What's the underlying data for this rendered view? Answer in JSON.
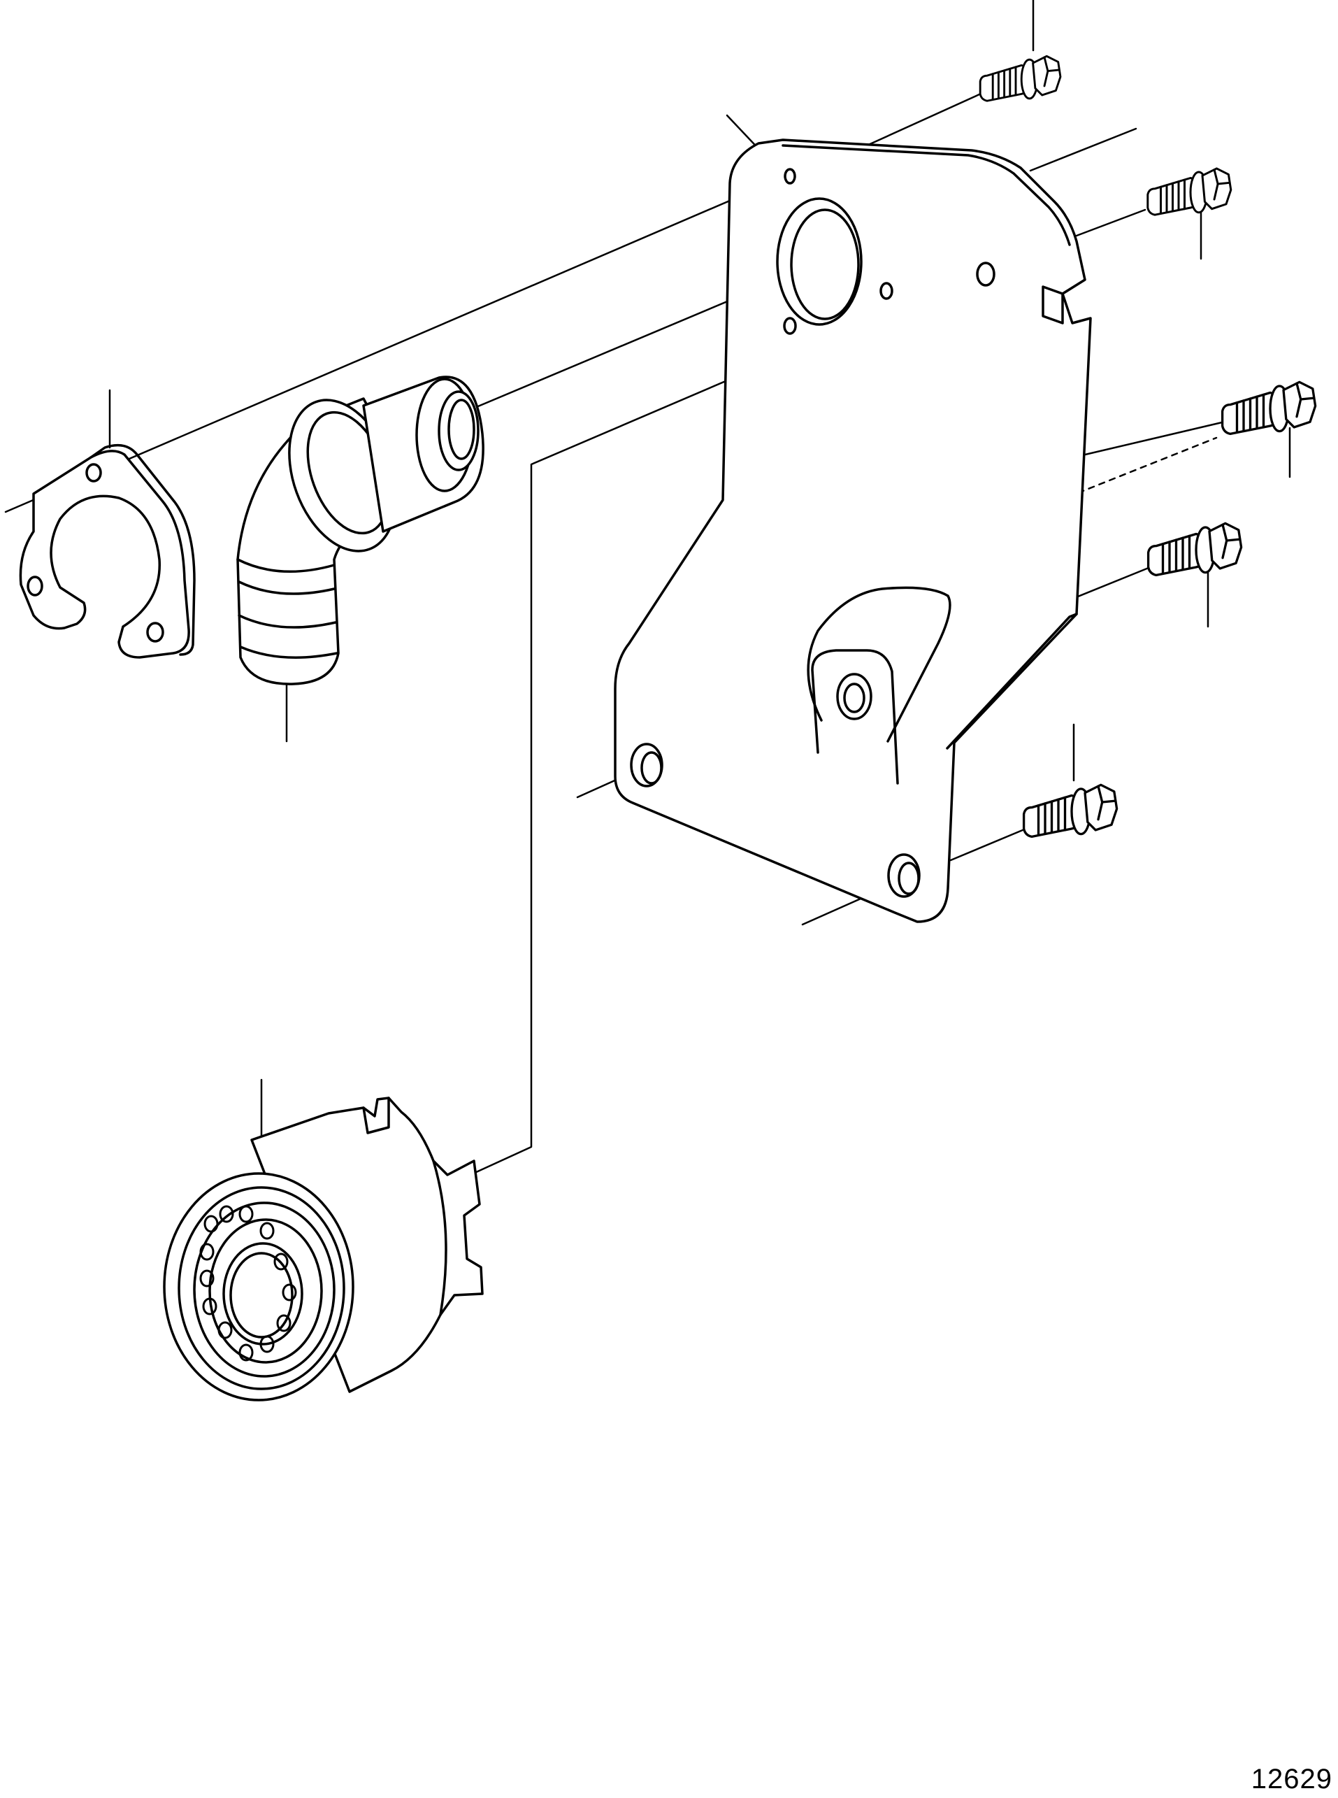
{
  "diagram": {
    "reference_number": "12629",
    "line_color": "#000000",
    "fill_color": "#ffffff",
    "parts": [
      {
        "id": "bolt-top",
        "icon": "hex-bolt-icon"
      },
      {
        "id": "mounting-plate",
        "icon": "bracket-plate-icon"
      },
      {
        "id": "bolt-upper-right",
        "icon": "hex-bolt-icon"
      },
      {
        "id": "bolt-right-middle",
        "icon": "hex-bolt-icon"
      },
      {
        "id": "bolt-right-lower",
        "icon": "hex-bolt-icon"
      },
      {
        "id": "bolt-bottom",
        "icon": "hex-bolt-icon"
      },
      {
        "id": "clamp-flange",
        "icon": "clamp-icon"
      },
      {
        "id": "elbow-hose",
        "icon": "elbow-pipe-icon"
      },
      {
        "id": "cylindrical-filter",
        "icon": "filter-canister-icon"
      }
    ]
  }
}
